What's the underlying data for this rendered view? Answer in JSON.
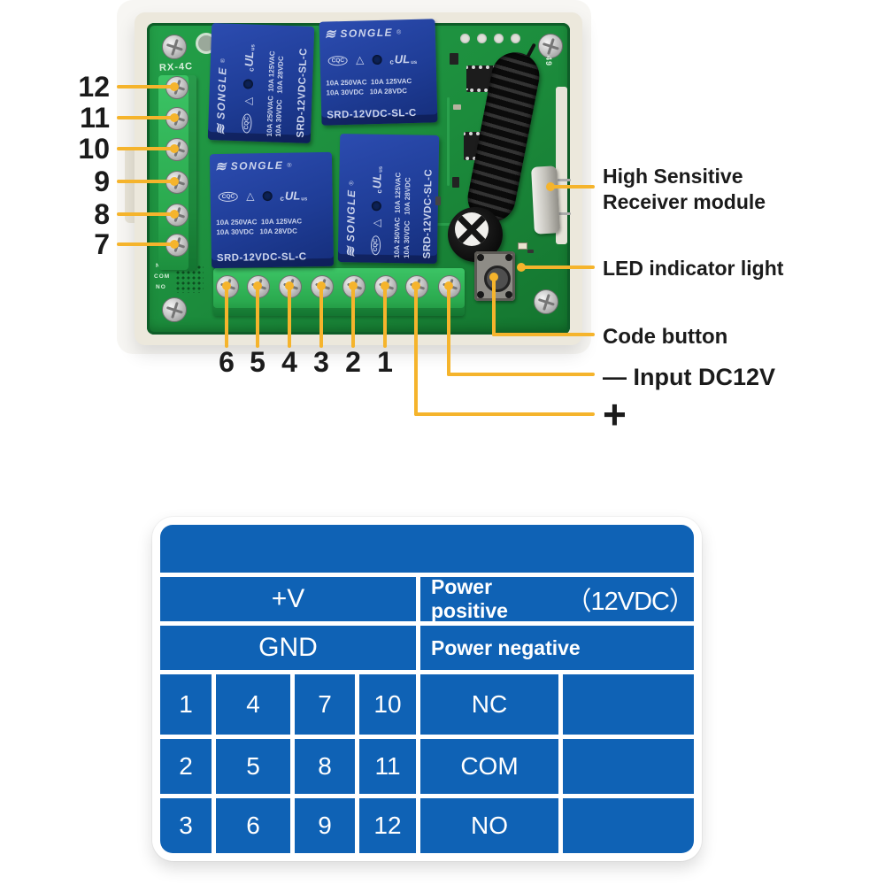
{
  "photo": {
    "board_silkscreen": "RX-4C",
    "silkscreen_small": "49",
    "relay": {
      "logo": "≋",
      "brand": "SONGLE",
      "reg": "®",
      "cert_cqc": "CQC",
      "cert_triangle": "△",
      "cert_ul_prefix": "c",
      "cert_ul": "UL",
      "cert_ul_suffix": "us",
      "ratings1": "10A 250VAC  10A 125VAC",
      "ratings2": "10A 30VDC   10A 28VDC",
      "model": "SRD-12VDC-SL-C"
    },
    "pcb_side_labels": [
      "NC",
      "COM",
      "NO"
    ]
  },
  "callouts": {
    "left_pins": [
      "12",
      "11",
      "10",
      "9",
      "8",
      "7"
    ],
    "bottom_pins": [
      "6",
      "5",
      "4",
      "3",
      "2",
      "1"
    ],
    "receiver_line1": "High Sensitive",
    "receiver_line2": "Receiver module",
    "led": "LED indicator light",
    "code_button": "Code button",
    "dc_negative": "— Input DC12V",
    "dc_positive": "+"
  },
  "pin_table": {
    "power_rows": [
      {
        "pin": "+V",
        "desc": "Power positive",
        "desc_suffix": "（12VDC）"
      },
      {
        "pin": "GND",
        "desc": "Power negative",
        "desc_suffix": ""
      }
    ],
    "matrix": [
      [
        "1",
        "4",
        "7",
        "10",
        "NC",
        ""
      ],
      [
        "2",
        "5",
        "8",
        "11",
        "COM",
        ""
      ],
      [
        "3",
        "6",
        "9",
        "12",
        "NO",
        ""
      ]
    ]
  },
  "colors": {
    "accent_yellow": "#F5B42C",
    "table_blue": "#0F62B5",
    "pcb_green": "#1E9440",
    "terminal_green": "#2FB457",
    "relay_blue": "#1E3C96",
    "annotation_text": "#1B1B1B",
    "case_beige": "#ECE8DC"
  }
}
